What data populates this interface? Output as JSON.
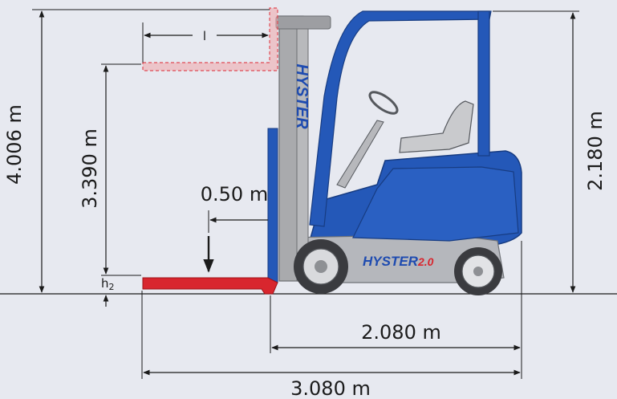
{
  "dimensions": {
    "overall_height": "4.006 m",
    "lift_height": "3.390 m",
    "overhead_guard_height": "2.180 m",
    "load_center": "0.50 m",
    "wheelbase_to_face": "2.080 m",
    "overall_length": "3.080 m",
    "fork_length_symbol": "l",
    "free_height_symbol_main": "h",
    "free_height_symbol_sub": "2"
  },
  "branding": {
    "mast_label": "HYSTER",
    "body_label_main": "HYSTER",
    "body_label_version": "2.0"
  },
  "colors": {
    "background": "#e7e9f0",
    "truck_body_blue": "#2458b8",
    "mast_gray": "#a9aaad",
    "fork_red": "#d8262e",
    "raised_fork_pink": "#f0a6aa",
    "line": "#1b1b1b"
  }
}
